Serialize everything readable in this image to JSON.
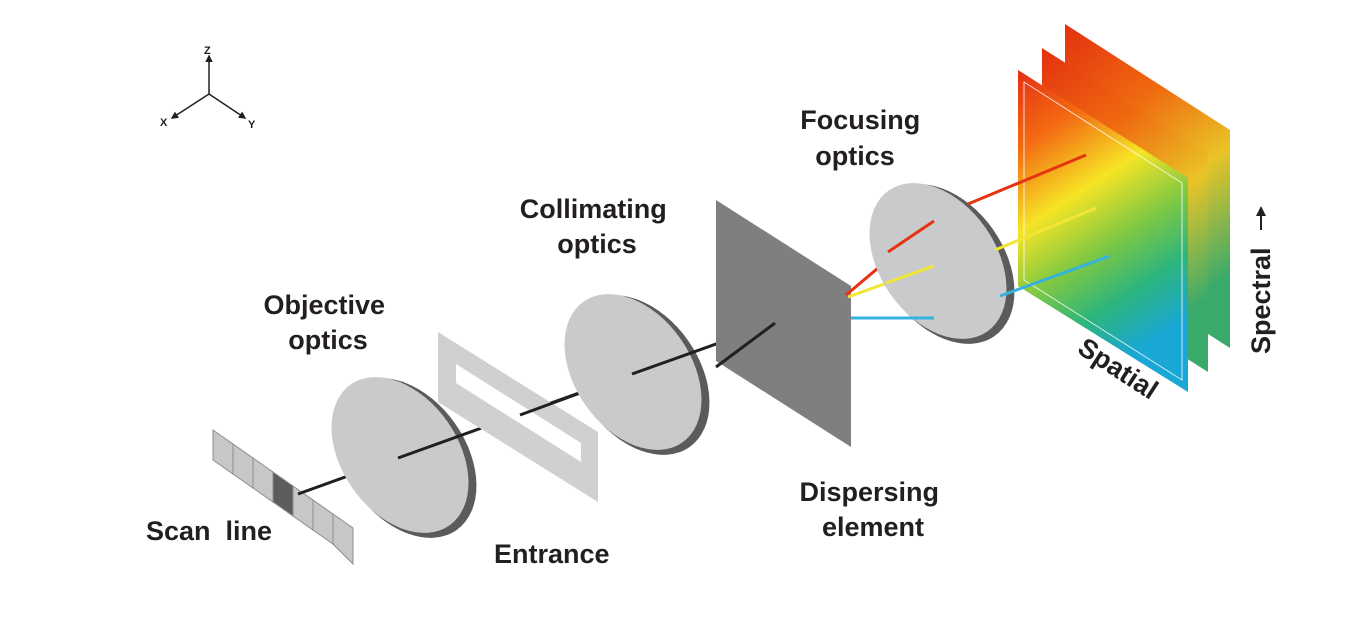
{
  "axes": {
    "z": "Z",
    "x": "X",
    "y": "Y"
  },
  "labels": {
    "focusing": [
      "Focusing",
      "optics"
    ],
    "collimating": [
      "Collimating",
      "optics"
    ],
    "objective": [
      "Objective",
      "optics"
    ],
    "scan_line": "Scan  line",
    "entrance": "Entrance",
    "dispersing": [
      "Dispersing",
      "element"
    ],
    "spatial": "Spatial",
    "spectral": "Spectral"
  },
  "colors": {
    "beam": "#231f20",
    "lens_fill": "#c9cacc",
    "lens_edge": "#5a5b5d",
    "slit": "#cfd0d2",
    "prism": "#7f7f7f",
    "red_ray": "#e63312",
    "yellow_ray": "#f1e633",
    "blue_ray": "#35b2dd"
  }
}
